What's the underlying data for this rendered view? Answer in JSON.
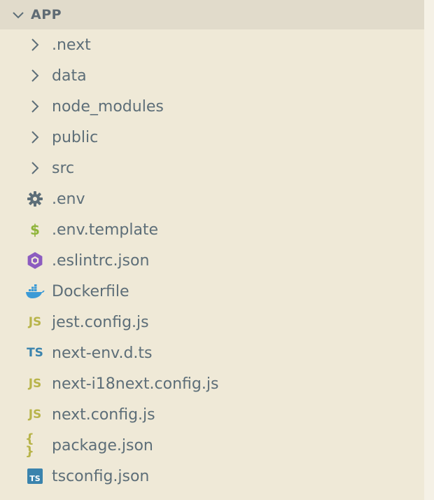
{
  "section": {
    "title": "APP",
    "expanded": true
  },
  "colors": {
    "label": "#5d6e78",
    "chevron": "#5d6e78",
    "gear": "#5d6e78",
    "dollar": "#8fb43a",
    "eslint": "#8c5cc0",
    "docker": "#3b9ad6",
    "js": "#b8b44a",
    "ts": "#3a83ad",
    "json": "#b8b44a"
  },
  "tree": [
    {
      "label": ".next",
      "kind": "folder",
      "icon": "chevron-right-icon"
    },
    {
      "label": "data",
      "kind": "folder",
      "icon": "chevron-right-icon"
    },
    {
      "label": "node_modules",
      "kind": "folder",
      "icon": "chevron-right-icon"
    },
    {
      "label": "public",
      "kind": "folder",
      "icon": "chevron-right-icon"
    },
    {
      "label": "src",
      "kind": "folder",
      "icon": "chevron-right-icon"
    },
    {
      "label": ".env",
      "kind": "file",
      "icon": "gear-icon"
    },
    {
      "label": ".env.template",
      "kind": "file",
      "icon": "dollar-icon",
      "icon_text": "$"
    },
    {
      "label": ".eslintrc.json",
      "kind": "file",
      "icon": "eslint-icon"
    },
    {
      "label": "Dockerfile",
      "kind": "file",
      "icon": "docker-icon"
    },
    {
      "label": "jest.config.js",
      "kind": "file",
      "icon": "js-icon",
      "icon_text": "JS"
    },
    {
      "label": "next-env.d.ts",
      "kind": "file",
      "icon": "ts-icon",
      "icon_text": "TS"
    },
    {
      "label": "next-i18next.config.js",
      "kind": "file",
      "icon": "js-icon",
      "icon_text": "JS"
    },
    {
      "label": "next.config.js",
      "kind": "file",
      "icon": "js-icon",
      "icon_text": "JS"
    },
    {
      "label": "package.json",
      "kind": "file",
      "icon": "json-braces-icon",
      "icon_text": "{ }"
    },
    {
      "label": "tsconfig.json",
      "kind": "file",
      "icon": "tsconfig-icon",
      "icon_text": "TS"
    }
  ]
}
